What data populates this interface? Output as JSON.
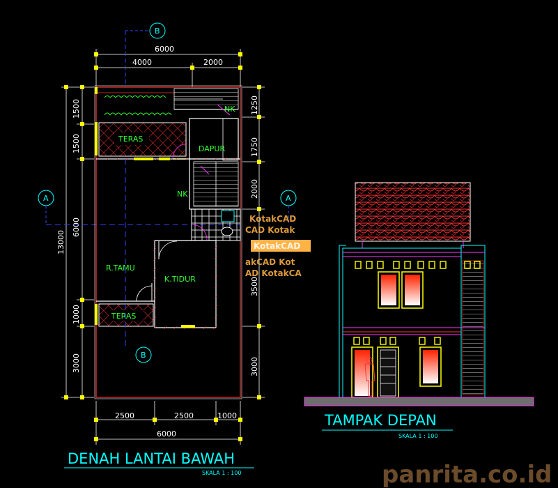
{
  "floor_plan": {
    "title": "DENAH LANTAI BAWAH",
    "scale": "SKALA 1 : 100",
    "grid_top": "B",
    "grid_bottom": "B",
    "grid_left": "A",
    "grid_right": "A",
    "dims_top_total": "6000",
    "dims_top_parts": [
      "4000",
      "2000"
    ],
    "dims_bottom_parts": [
      "2500",
      "2500",
      "1000"
    ],
    "dims_bottom_total": "6000",
    "dims_left_total": "13000",
    "dims_left_parts": [
      "1500",
      "1500",
      "6000",
      "1000",
      "3000"
    ],
    "dims_right_parts": [
      "1250",
      "1750",
      "2000",
      "3500",
      "3000"
    ],
    "rooms": {
      "teras_top": "TERAS",
      "dapur": "DAPUR",
      "nk_top": "NK",
      "nk_mid": "NK",
      "r_tamu": "R.TAMU",
      "k_tidur": "K.TIDUR",
      "teras_bottom": "TERAS"
    }
  },
  "elevation": {
    "title": "TAMPAK DEPAN",
    "scale": "SKALA 1 : 100"
  },
  "watermark": {
    "text": "KotakCAD",
    "lines": [
      "KotakCAD",
      "CAD Kotak",
      "KotakCAD",
      "akCAD Kot",
      "AD KotakCA"
    ]
  },
  "brand": "panrita.co.id",
  "colors": {
    "background": "#000000",
    "dimension": "#ffffff",
    "wall": "#ffffff",
    "red": "#ff3333",
    "yellow": "#ffff00",
    "cyan": "#00ffff",
    "green": "#33ff33",
    "magenta": "#ff33ff",
    "blue": "#3344ff"
  }
}
